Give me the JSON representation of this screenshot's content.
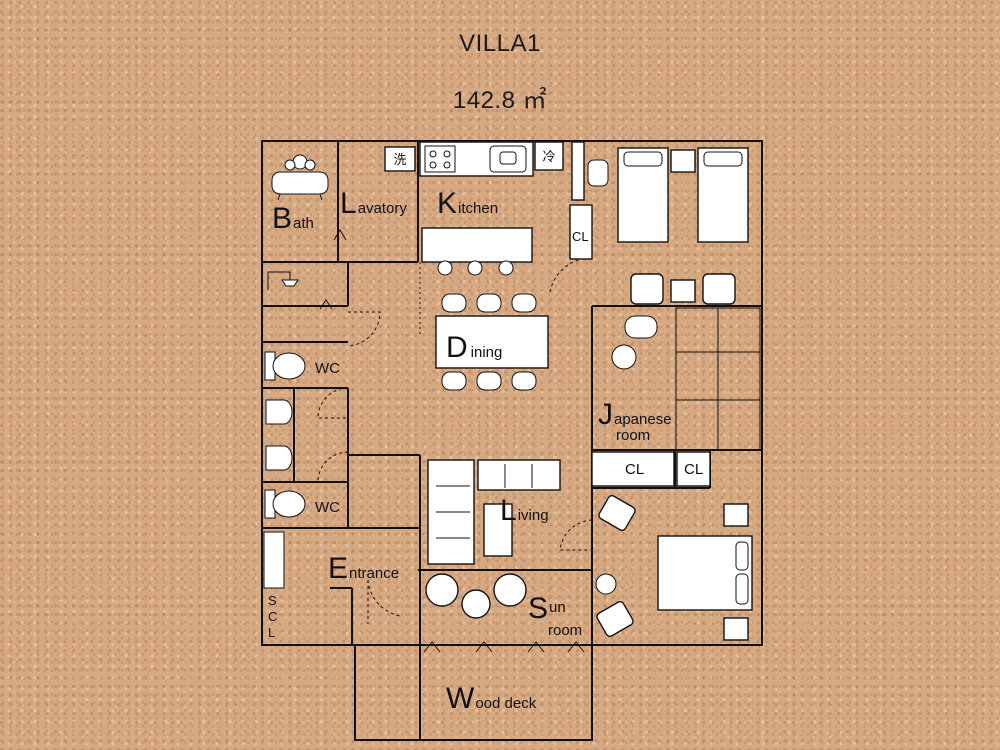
{
  "title": "VILLA1",
  "area": "142.8 ㎡",
  "rooms": {
    "bath": {
      "initial": "B",
      "rest": "ath"
    },
    "lavatory": {
      "initial": "L",
      "rest": "avatory"
    },
    "kitchen": {
      "initial": "K",
      "rest": "itchen"
    },
    "dining": {
      "initial": "D",
      "rest": "ining"
    },
    "japanese": {
      "initial": "J",
      "rest": "apanese",
      "line2": "room"
    },
    "living": {
      "initial": "L",
      "rest": "iving"
    },
    "entrance": {
      "initial": "E",
      "rest": "ntrance"
    },
    "sunroom": {
      "initial": "S",
      "rest": "un",
      "line2": "room"
    },
    "wooddeck": {
      "initial": "W",
      "rest": "ood deck"
    }
  },
  "labels": {
    "wc": "WC",
    "closet": "CL",
    "shoe_closet": [
      "S",
      "C",
      "L"
    ],
    "washer": "洗",
    "fridge": "冷"
  }
}
